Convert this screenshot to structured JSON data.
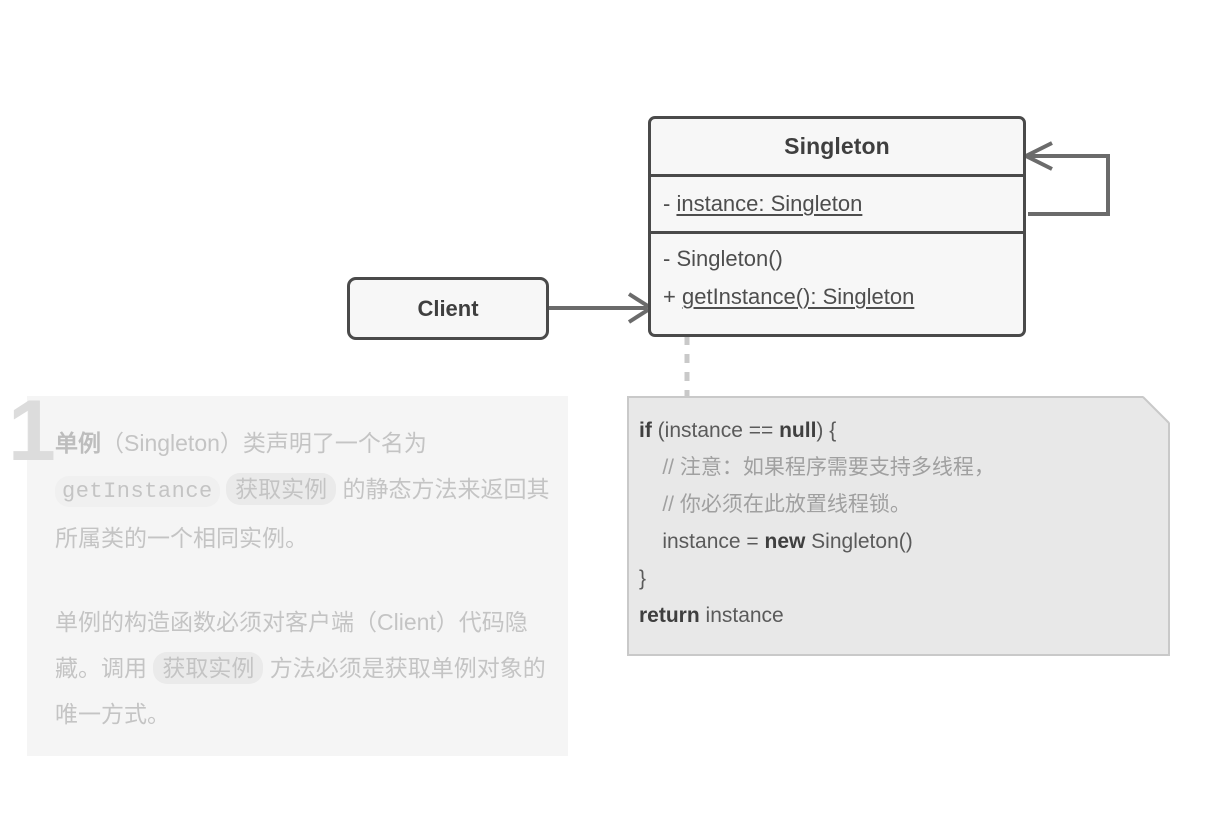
{
  "diagram": {
    "type": "uml-class-diagram",
    "pattern": "Singleton",
    "classes": [
      {
        "name": "Singleton",
        "attributes": [
          "- instance: Singleton"
        ],
        "operations": [
          "- Singleton()",
          "+ getInstance(): Singleton"
        ]
      },
      {
        "name": "Client",
        "attributes": [],
        "operations": []
      }
    ],
    "relations": [
      {
        "from": "Client",
        "to": "Singleton",
        "kind": "association-arrow"
      },
      {
        "from": "Singleton",
        "to": "Singleton",
        "kind": "self-association"
      },
      {
        "from": "Singleton",
        "to": "code-note",
        "kind": "dashed-note-link"
      }
    ]
  },
  "singleton_class": {
    "title": "Singleton",
    "attribute": {
      "visibility": "-",
      "text": "instance: Singleton",
      "static": true
    },
    "operations": [
      {
        "visibility": "-",
        "text": "Singleton()",
        "static": false
      },
      {
        "visibility": "+",
        "text": "getInstance(): Singleton",
        "static": true
      }
    ]
  },
  "client_class": {
    "title": "Client"
  },
  "code_note": {
    "lines": [
      [
        {
          "text": "if",
          "style": "kw"
        },
        {
          "text": " (instance == ",
          "style": "pl"
        },
        {
          "text": "null",
          "style": "kw"
        },
        {
          "text": ") {",
          "style": "pl"
        }
      ],
      [
        {
          "text": "    // 注意：如果程序需要支持多线程，",
          "style": "cmt"
        }
      ],
      [
        {
          "text": "    // 你必须在此放置线程锁。",
          "style": "cmt"
        }
      ],
      [
        {
          "text": "    instance = ",
          "style": "pl"
        },
        {
          "text": "new",
          "style": "kw"
        },
        {
          "text": " Singleton()",
          "style": "pl"
        }
      ],
      [
        {
          "text": "}",
          "style": "pl"
        }
      ],
      [
        {
          "text": "return",
          "style": "kw"
        },
        {
          "text": " instance",
          "style": "pl"
        }
      ]
    ]
  },
  "explanation": {
    "step_number": "1",
    "paragraphs": [
      {
        "runs": [
          {
            "text": "单例",
            "style": "strong"
          },
          {
            "text": "（Singleton）类声明了一个名为 ",
            "style": "normal"
          },
          {
            "text": "getInstance",
            "style": "chip-mono"
          },
          {
            "text": " ",
            "style": "normal"
          },
          {
            "text": "获取实例",
            "style": "chip"
          },
          {
            "text": " 的静态方法来返回其所属类的一个相同实例。",
            "style": "normal"
          }
        ]
      },
      {
        "runs": [
          {
            "text": "单例的构造函数必须对客户端（Client）代码隐藏。调用 ",
            "style": "normal"
          },
          {
            "text": "获取实例",
            "style": "chip"
          },
          {
            "text": " 方法必须是获取单例对象的唯一方式。",
            "style": "normal"
          }
        ]
      }
    ]
  },
  "colors": {
    "stroke": "#4a4a4a",
    "class_fill": "#f7f7f7",
    "note_fill": "#e8e8e8",
    "note_border": "#c9c9c9",
    "panel_fill": "#f5f5f5",
    "muted_text": "#c4c4c4",
    "code_text": "#5a5a5a",
    "comment_text": "#a0a0a0",
    "page_background": "#ffffff"
  }
}
